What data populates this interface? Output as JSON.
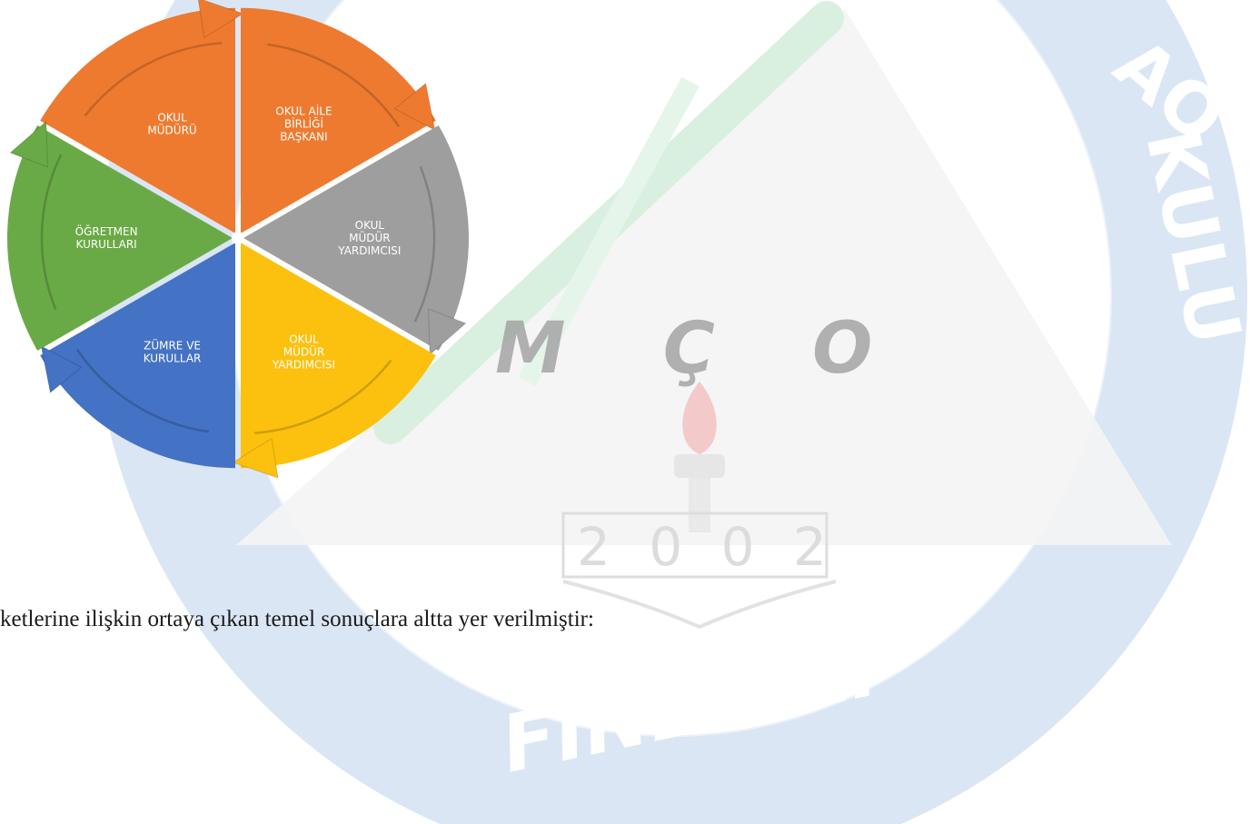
{
  "watermark": {
    "ring_top_text": "AO",
    "ring_right_text": "KULU",
    "ring_bottom_text": "FINDIKLI",
    "center_text": "M Ç O",
    "year": "2 0 0 2"
  },
  "cycle": {
    "segments": [
      {
        "lines": [
          "OKUL",
          "MÜDÜRÜ"
        ],
        "color": "#ee7a2f"
      },
      {
        "lines": [
          "OKUL AİLE",
          "BİRLİĞİ",
          "BAŞKANI"
        ],
        "color": "#ee7a2f"
      },
      {
        "lines": [
          "OKUL",
          "MÜDÜR",
          "YARDIMCISI"
        ],
        "color": "#9e9e9e"
      },
      {
        "lines": [
          "OKUL",
          "MÜDÜR",
          "YARDIMCISI"
        ],
        "color": "#fcc10e"
      },
      {
        "lines": [
          "ZÜMRE VE",
          "KURULLAR"
        ],
        "color": "#4472c4"
      },
      {
        "lines": [
          "ÖĞRETMEN",
          "KURULLARI"
        ],
        "color": "#6aaa46"
      }
    ]
  },
  "body": {
    "text": "ketlerine ilişkin ortaya çıkan temel sonuçlara altta yer verilmiştir:"
  }
}
